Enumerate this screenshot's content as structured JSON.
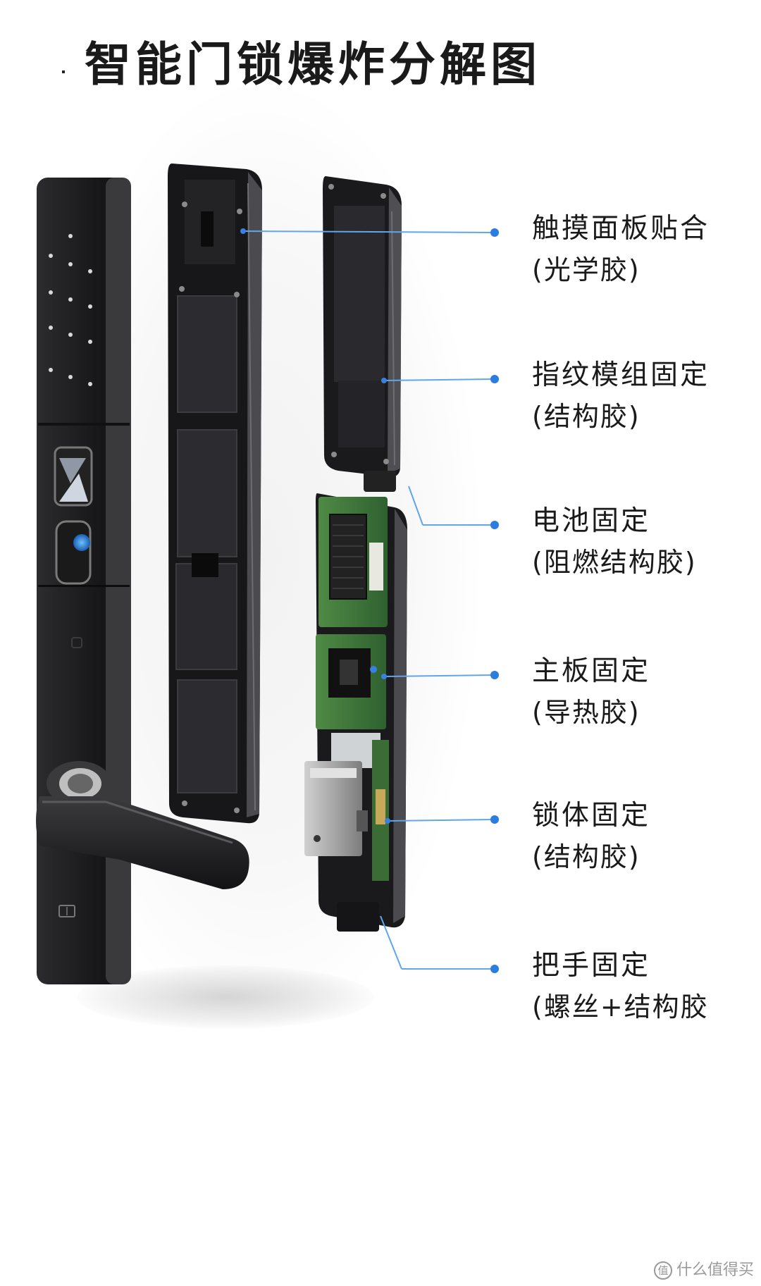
{
  "title": "智能门锁爆炸分解图",
  "callouts": [
    {
      "label": "触摸面板贴合",
      "note": "(光学胶)"
    },
    {
      "label": "指纹模组固定",
      "note": "(结构胶)"
    },
    {
      "label": "电池固定",
      "note": "(阻燃结构胶)"
    },
    {
      "label": "主板固定",
      "note": "(导热胶)"
    },
    {
      "label": "锁体固定",
      "note": "(结构胶)"
    },
    {
      "label": "把手固定",
      "note": "(螺丝+结构胶"
    }
  ],
  "watermark": "什么值得买",
  "colors": {
    "accent": "#2b7de0",
    "body": "#1f1f21",
    "pcb": "#3d7a3a"
  }
}
